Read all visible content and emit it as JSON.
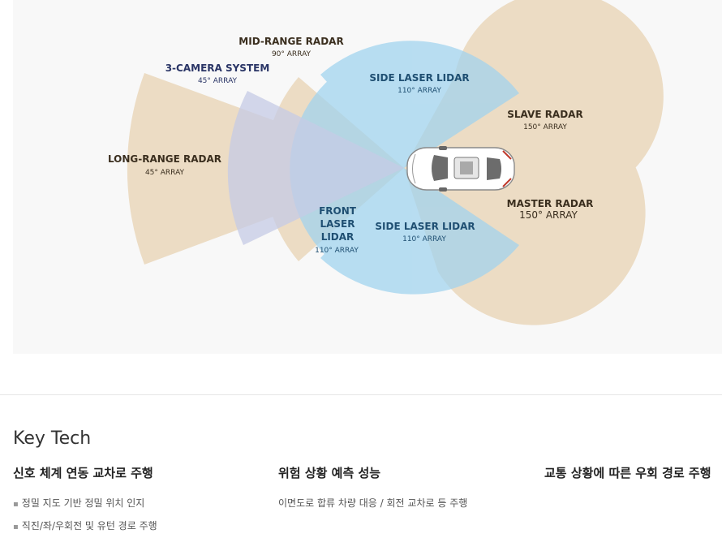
{
  "diagram": {
    "labels": {
      "mid_range_radar": {
        "name": "MID-RANGE RADAR",
        "array": "90° ARRAY"
      },
      "camera_system": {
        "name": "3-CAMERA SYSTEM",
        "array": "45° ARRAY"
      },
      "side_lidar_top": {
        "name": "SIDE LASER LIDAR",
        "array": "110° ARRAY"
      },
      "slave_radar": {
        "name": "SLAVE RADAR",
        "array": "150° ARRAY"
      },
      "long_range_radar": {
        "name": "LONG-RANGE RADAR",
        "array": "45° ARRAY"
      },
      "front_lidar": {
        "name_lines": [
          "FRONT",
          "LASER",
          "LIDAR"
        ],
        "array": "110° ARRAY"
      },
      "side_lidar_bottom": {
        "name": "SIDE LASER LIDAR",
        "array": "110° ARRAY"
      },
      "master_radar": {
        "name": "MASTER RADAR",
        "array": "150° ARRAY"
      }
    },
    "colors": {
      "radar": "#ead9bf",
      "lidar": "#a9d8f0",
      "camera": "#c7cde6",
      "radar_label": "#3a2e1e",
      "lidar_label": "#1f4f72",
      "camera_label": "#2a3566"
    }
  },
  "key_tech": {
    "title": "Key Tech",
    "columns": [
      {
        "title": "신호 체계 연동 교차로 주행",
        "items": [
          "정밀 지도 기반 정밀 위치 인지",
          "직진/좌/우회전 및 유턴 경로 주행"
        ],
        "bullets": true
      },
      {
        "title": "위험 상황 예측 성능",
        "items": [
          "이면도로 합류 차량 대응 / 회전 교차로 등 주행"
        ],
        "bullets": false
      },
      {
        "title": "교통 상황에 따른 우회 경로 주행",
        "items": [],
        "bullets": false
      }
    ]
  }
}
